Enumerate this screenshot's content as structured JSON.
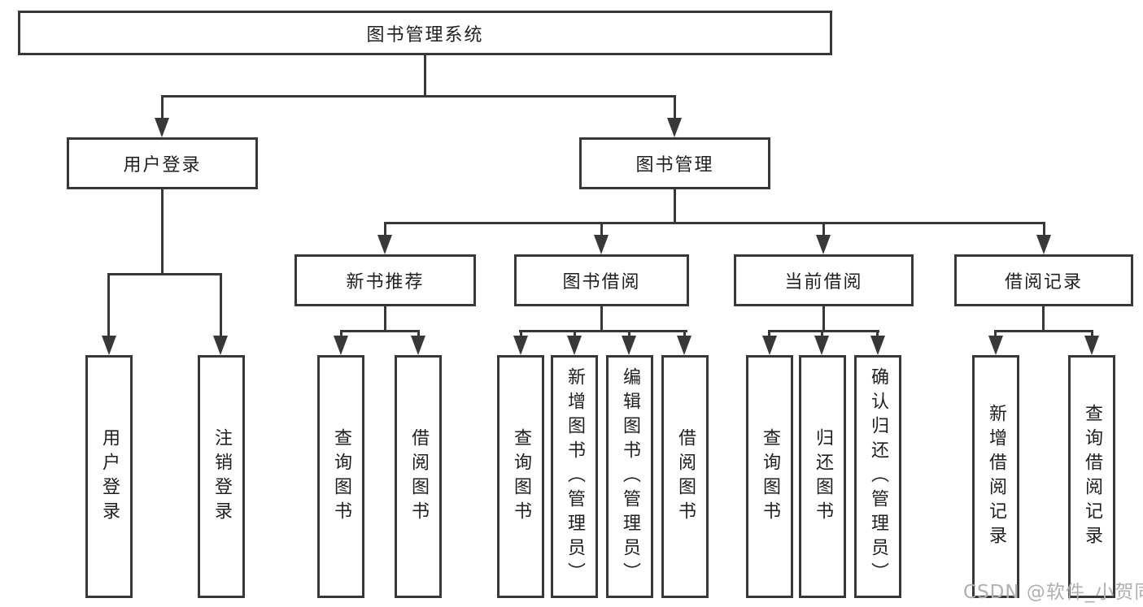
{
  "diagram_title": "图书管理系统",
  "watermark": "CSDN @软件_小贺同学",
  "colors": {
    "line": "#383838",
    "text": "#1f1f1f",
    "box_bg": "#ffffff",
    "watermark": "#b0b0b0"
  },
  "tree": {
    "label": "图书管理系统",
    "children": [
      {
        "label": "用户登录",
        "children": [
          {
            "label": "用户登录"
          },
          {
            "label": "注销登录"
          }
        ]
      },
      {
        "label": "图书管理",
        "children": [
          {
            "label": "新书推荐",
            "children": [
              {
                "label": "查询图书"
              },
              {
                "label": "借阅图书"
              }
            ]
          },
          {
            "label": "图书借阅",
            "children": [
              {
                "label": "查询图书"
              },
              {
                "label": "新增图书（管理员）"
              },
              {
                "label": "编辑图书（管理员）"
              },
              {
                "label": "借阅图书"
              }
            ]
          },
          {
            "label": "当前借阅",
            "children": [
              {
                "label": "查询图书"
              },
              {
                "label": "归还图书"
              },
              {
                "label": "确认归还（管理员）"
              }
            ]
          },
          {
            "label": "借阅记录",
            "children": [
              {
                "label": "新增借阅记录"
              },
              {
                "label": "查询借阅记录"
              }
            ]
          }
        ]
      }
    ]
  }
}
